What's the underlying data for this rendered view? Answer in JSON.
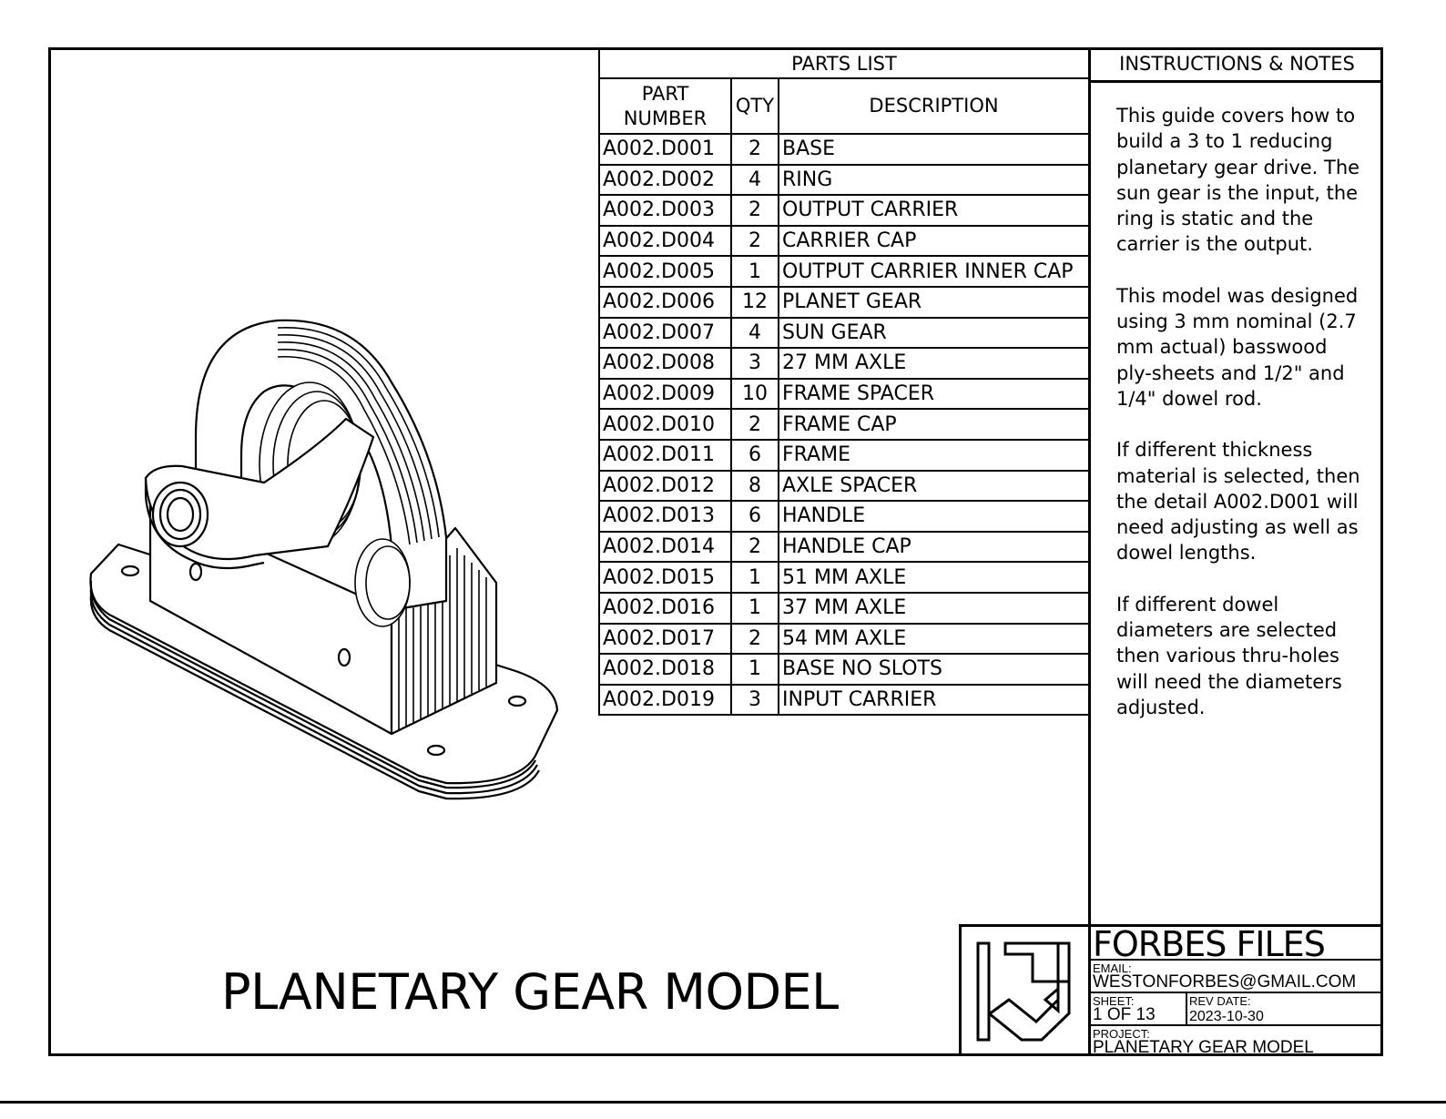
{
  "parts_list": {
    "title": "PARTS LIST",
    "headers": {
      "part_number": "PART NUMBER",
      "qty": "QTY",
      "description": "DESCRIPTION"
    },
    "rows": [
      {
        "pn": "A002.D001",
        "qty": "2",
        "desc": "BASE"
      },
      {
        "pn": "A002.D002",
        "qty": "4",
        "desc": "RING"
      },
      {
        "pn": "A002.D003",
        "qty": "2",
        "desc": "OUTPUT CARRIER"
      },
      {
        "pn": "A002.D004",
        "qty": "2",
        "desc": "CARRIER CAP"
      },
      {
        "pn": "A002.D005",
        "qty": "1",
        "desc": "OUTPUT CARRIER INNER CAP"
      },
      {
        "pn": "A002.D006",
        "qty": "12",
        "desc": "PLANET GEAR"
      },
      {
        "pn": "A002.D007",
        "qty": "4",
        "desc": "SUN GEAR"
      },
      {
        "pn": "A002.D008",
        "qty": "3",
        "desc": "27 MM AXLE"
      },
      {
        "pn": "A002.D009",
        "qty": "10",
        "desc": "FRAME SPACER"
      },
      {
        "pn": "A002.D010",
        "qty": "2",
        "desc": "FRAME CAP"
      },
      {
        "pn": "A002.D011",
        "qty": "6",
        "desc": "FRAME"
      },
      {
        "pn": "A002.D012",
        "qty": "8",
        "desc": "AXLE SPACER"
      },
      {
        "pn": "A002.D013",
        "qty": "6",
        "desc": "HANDLE"
      },
      {
        "pn": "A002.D014",
        "qty": "2",
        "desc": "HANDLE CAP"
      },
      {
        "pn": "A002.D015",
        "qty": "1",
        "desc": "51 MM AXLE"
      },
      {
        "pn": "A002.D016",
        "qty": "1",
        "desc": "37 MM AXLE"
      },
      {
        "pn": "A002.D017",
        "qty": "2",
        "desc": "54 MM AXLE"
      },
      {
        "pn": "A002.D018",
        "qty": "1",
        "desc": "BASE NO SLOTS"
      },
      {
        "pn": "A002.D019",
        "qty": "3",
        "desc": "INPUT CARRIER"
      }
    ]
  },
  "notes": {
    "title": "INSTRUCTIONS & NOTES",
    "paragraphs": [
      "This guide covers how to build a 3 to 1 reducing planetary gear drive. The sun gear is the input, the ring is static and the carrier is the output.",
      "This model was designed using 3 mm nominal (2.7 mm actual) basswood ply-sheets and 1/2\" and 1/4\" dowel rod.",
      "If different thickness material is selected, then the detail A002.D001 will need adjusting as well as dowel lengths.",
      "If different dowel diameters are selected then various thru-holes will need the diameters adjusted."
    ]
  },
  "title_block": {
    "company": "FORBES FILES",
    "email_label": "EMAIL:",
    "email": "WESTONFORBES@GMAIL.COM",
    "sheet_label": "SHEET:",
    "sheet": "1 OF 13",
    "rev_label": "REV DATE:",
    "rev_date": "2023-10-30",
    "project_label": "PROJECT:",
    "project": "PLANETARY GEAR MODEL"
  },
  "drawing_title": "PLANETARY GEAR MODEL",
  "icons": {
    "logo": "forbes-files-logo",
    "drawing": "planetary-gear-isometric-drawing"
  }
}
